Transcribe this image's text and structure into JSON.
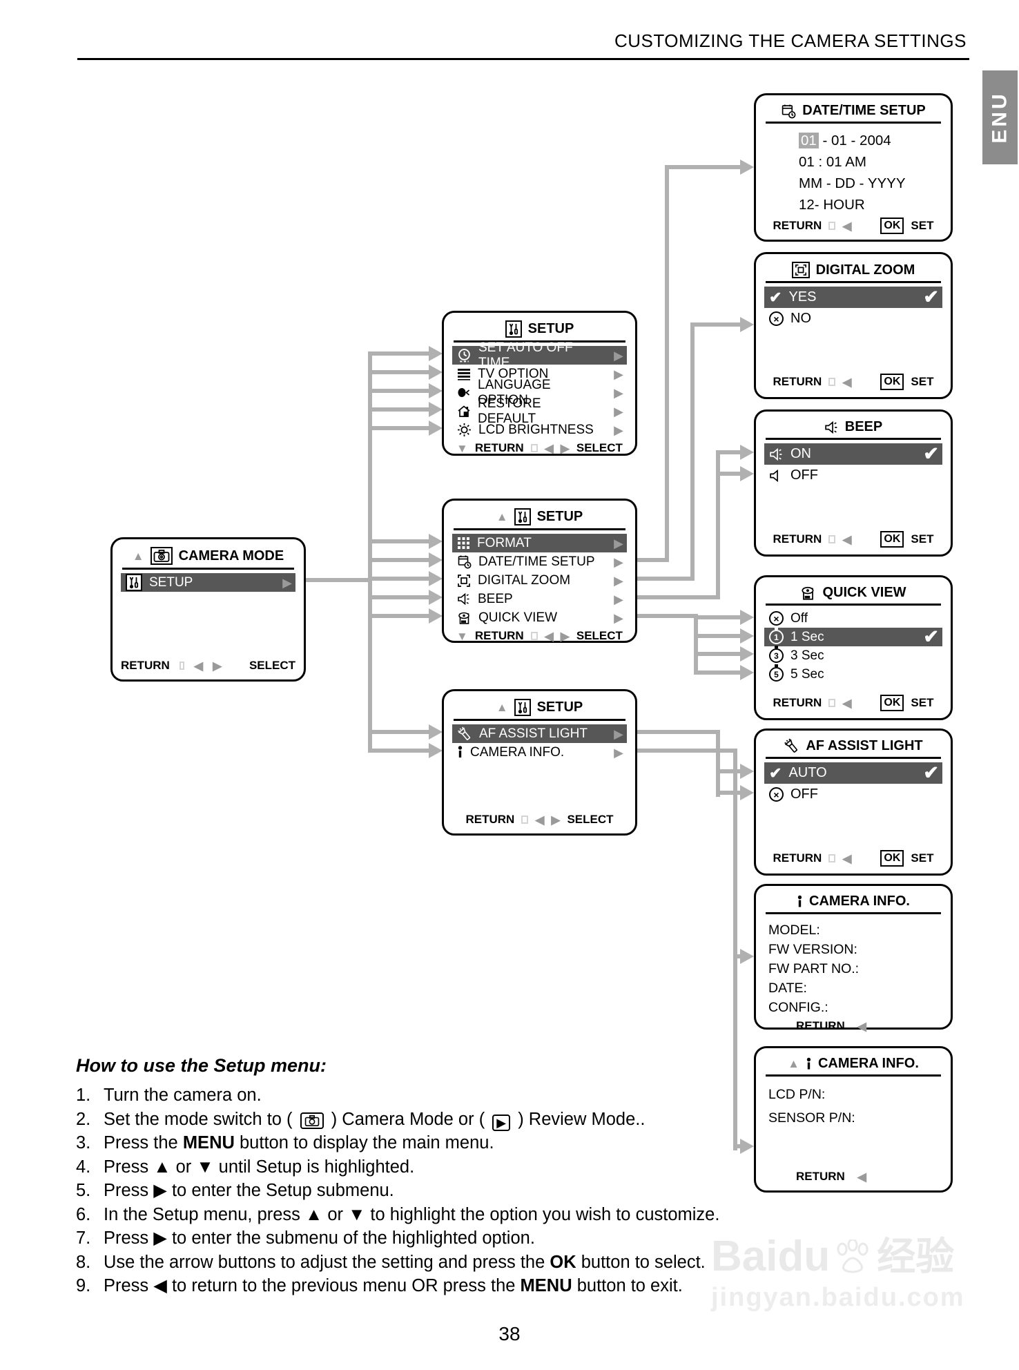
{
  "header": {
    "title": "CUSTOMIZING THE CAMERA SETTINGS",
    "lang_tab": "ENU"
  },
  "labels": {
    "return": "RETURN",
    "select": "SELECT",
    "ok": "OK",
    "set": "SET"
  },
  "camera_mode": {
    "title": "CAMERA MODE",
    "items": [
      {
        "label": "SETUP"
      }
    ]
  },
  "setup_1": {
    "title": "SETUP",
    "items": [
      {
        "label": "SET AUTO OFF TIME"
      },
      {
        "label": "TV OPTION"
      },
      {
        "label": "LANGUAGE OPTION"
      },
      {
        "label": "RESTORE DEFAULT"
      },
      {
        "label": "LCD BRIGHTNESS"
      }
    ]
  },
  "setup_2": {
    "title": "SETUP",
    "items": [
      {
        "label": "FORMAT"
      },
      {
        "label": "DATE/TIME SETUP"
      },
      {
        "label": "DIGITAL ZOOM"
      },
      {
        "label": "BEEP"
      },
      {
        "label": "QUICK VIEW"
      }
    ]
  },
  "setup_3": {
    "title": "SETUP",
    "items": [
      {
        "label": "AF ASSIST LIGHT"
      },
      {
        "label": "CAMERA INFO."
      }
    ]
  },
  "date_time": {
    "title": "DATE/TIME SETUP",
    "date_highlight": "01",
    "date_rest": " - 01 - 2004",
    "time": "01 : 01 AM",
    "date_format": "MM - DD - YYYY",
    "hour_format": "12- HOUR"
  },
  "digital_zoom": {
    "title": "DIGITAL ZOOM",
    "items": [
      {
        "label": "YES"
      },
      {
        "label": "NO"
      }
    ]
  },
  "beep": {
    "title": "BEEP",
    "items": [
      {
        "label": "ON"
      },
      {
        "label": "OFF"
      }
    ]
  },
  "quick_view": {
    "title": "QUICK VIEW",
    "items": [
      {
        "label": "Off"
      },
      {
        "label": "1 Sec",
        "digit": "1"
      },
      {
        "label": "3 Sec",
        "digit": "3"
      },
      {
        "label": "5 Sec",
        "digit": "5"
      }
    ]
  },
  "af_assist": {
    "title": "AF ASSIST LIGHT",
    "items": [
      {
        "label": "AUTO"
      },
      {
        "label": "OFF"
      }
    ]
  },
  "camera_info_1": {
    "title": "CAMERA INFO.",
    "lines": [
      "MODEL:",
      "FW VERSION:",
      "FW PART NO.:",
      "DATE:",
      "CONFIG.:"
    ]
  },
  "camera_info_2": {
    "title": "CAMERA INFO.",
    "lines": [
      "LCD P/N:",
      "SENSOR P/N:"
    ]
  },
  "instructions": {
    "heading": "How to use  the Setup menu:",
    "steps": [
      {
        "num": "1.",
        "text": "Turn the camera on."
      },
      {
        "num": "2.",
        "pre": "Set the mode switch to ( ",
        "mid": " ) Camera Mode or ( ",
        "post": " ) Review Mode.."
      },
      {
        "num": "3.",
        "pre": "Press the ",
        "bold": "MENU",
        "post": " button to display the main menu."
      },
      {
        "num": "4.",
        "text": "Press ▲ or ▼ until Setup is highlighted."
      },
      {
        "num": "5.",
        "text": "Press ▶ to enter the Setup submenu."
      },
      {
        "num": "6.",
        "text": "In the Setup menu, press ▲ or ▼ to highlight the option you wish to customize."
      },
      {
        "num": "7.",
        "text": "Press ▶ to enter the submenu of the highlighted option."
      },
      {
        "num": "8.",
        "pre": "Use the arrow buttons to adjust the setting and press the ",
        "bold": "OK",
        "post": " button to select."
      },
      {
        "num": "9.",
        "pre": "Press ◀ to return to the previous menu OR press the ",
        "bold": "MENU",
        "post": " button to exit."
      }
    ]
  },
  "page_number": "38",
  "watermark": {
    "brand": "Baidu",
    "brand_cn": "经验",
    "url": "jingyan.baidu.com"
  },
  "colors": {
    "highlight_bar": "#575757",
    "connector": "#b0b0b0",
    "tab_bg": "#8c8c8c"
  }
}
